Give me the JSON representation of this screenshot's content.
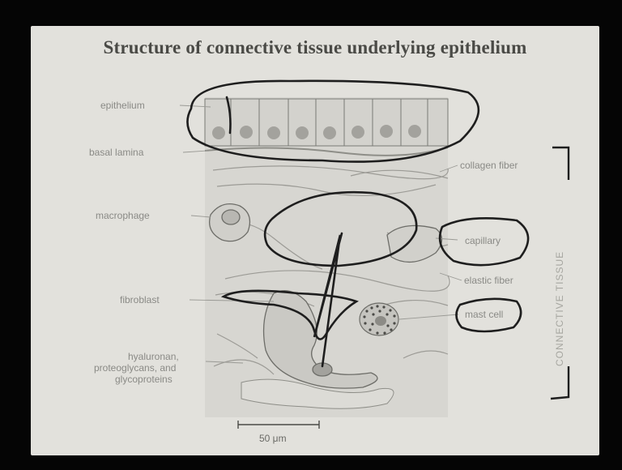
{
  "title": "Structure of connective tissue underlying epithelium",
  "labels": {
    "epithelium": "epithelium",
    "basal_lamina": "basal lamina",
    "macrophage": "macrophage",
    "fibroblast": "fibroblast",
    "matrix_line1": "hyaluronan,",
    "matrix_line2": "proteoglycans, and",
    "matrix_line3": "glycoproteins",
    "collagen_fiber": "collagen fiber",
    "capillary": "capillary",
    "elastic_fiber": "elastic fiber",
    "mast_cell": "mast cell",
    "connective_tissue": "CONNECTIVE TISSUE"
  },
  "scale_bar": {
    "label": "50 μm"
  },
  "colors": {
    "slide_bg": "#e2e1dc",
    "title": "#4a4a46",
    "label": "#8a8a86",
    "drawing": "#6d6d68",
    "annotation_ink": "#1e1e1e"
  }
}
